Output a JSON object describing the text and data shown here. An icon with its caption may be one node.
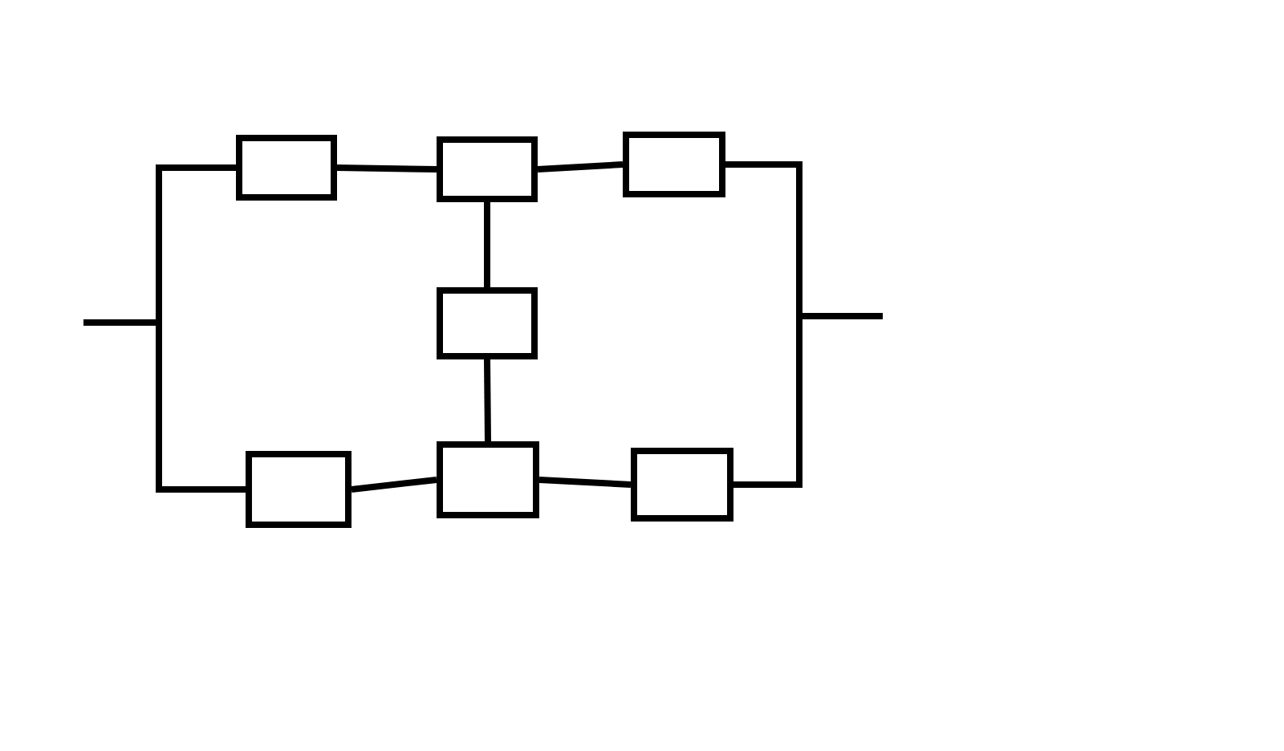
{
  "diagram": {
    "nodes": [
      {
        "text": [],
        "shape": "box"
      },
      {
        "text": [],
        "shape": "box"
      },
      {
        "text": [],
        "shape": "box"
      },
      {
        "text": [],
        "shape": "box"
      },
      {
        "text": [],
        "shape": "box"
      },
      {
        "text": [],
        "shape": "box"
      },
      {
        "text": [],
        "shape": "box"
      }
    ],
    "edges": [
      {
        "from": null,
        "to": 0,
        "arrow": "none"
      },
      {
        "from": null,
        "to": 4,
        "arrow": "none"
      },
      {
        "from": 0,
        "to": 1,
        "arrow": "none"
      },
      {
        "from": 1,
        "to": 2,
        "arrow": "none"
      },
      {
        "from": 1,
        "to": 3,
        "arrow": "none"
      },
      {
        "from": 3,
        "to": 5,
        "arrow": "none"
      },
      {
        "from": 4,
        "to": 5,
        "arrow": "none"
      },
      {
        "from": 5,
        "to": 6,
        "arrow": "none"
      },
      {
        "from": 2,
        "to": null,
        "arrow": "none"
      },
      {
        "from": 6,
        "to": null,
        "arrow": "none"
      }
    ]
  }
}
